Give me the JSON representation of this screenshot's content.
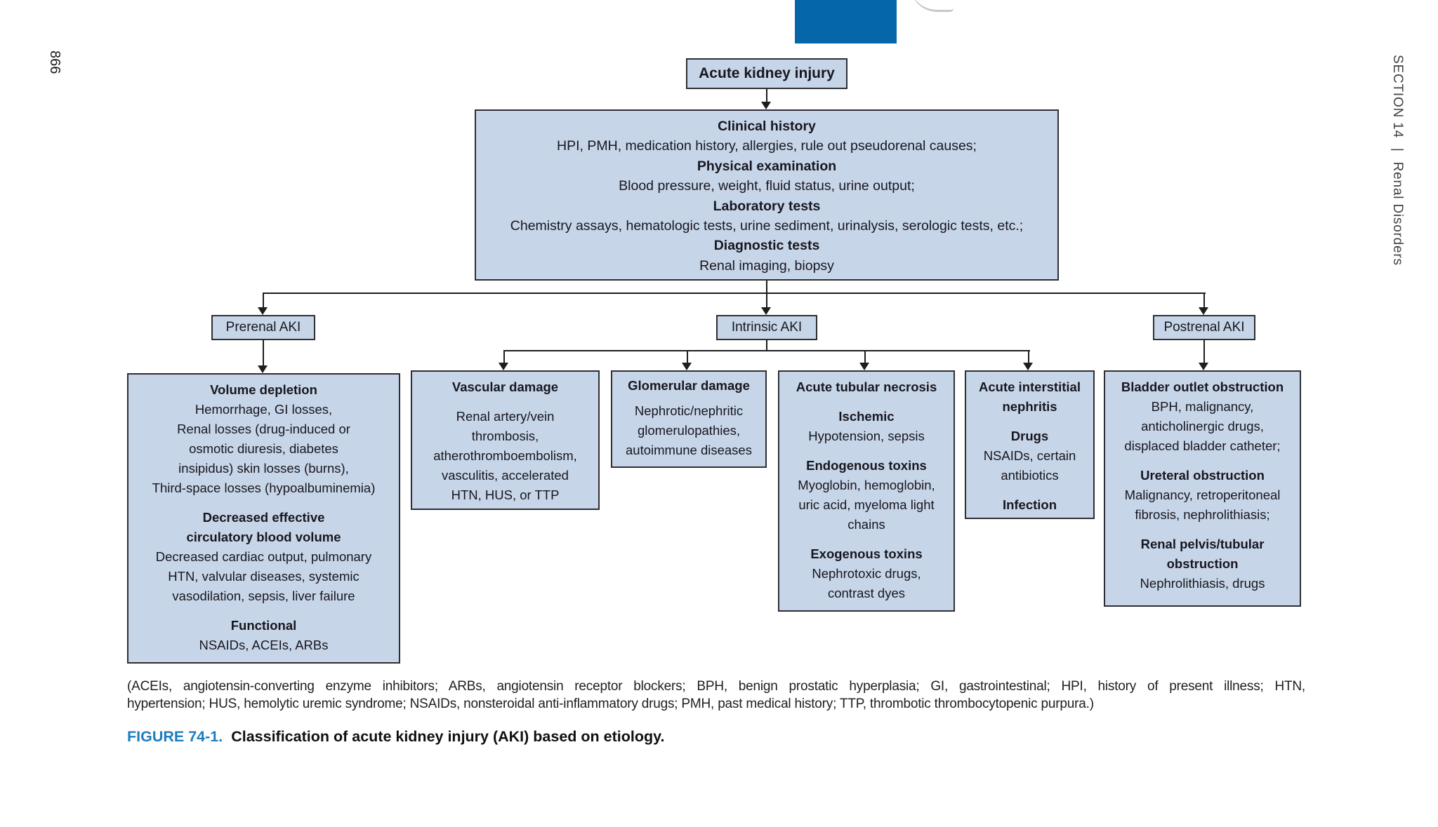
{
  "page": {
    "page_number": "866",
    "sidebar": {
      "section_label": "SECTION 14",
      "divider": "|",
      "section_name": "Renal Disorders"
    }
  },
  "figure": {
    "root_label": "Acute kidney injury",
    "workup": [
      {
        "heading": "Clinical history",
        "detail": "HPI, PMH, medication history, allergies, rule out pseudorenal causes;"
      },
      {
        "heading": "Physical examination",
        "detail": "Blood pressure, weight, fluid status, urine output;"
      },
      {
        "heading": "Laboratory tests",
        "detail": "Chemistry assays, hematologic tests, urine sediment, urinalysis, serologic tests, etc.;"
      },
      {
        "heading": "Diagnostic tests",
        "detail": "Renal imaging, biopsy"
      }
    ],
    "categories": [
      {
        "label": "Prerenal AKI"
      },
      {
        "label": "Intrinsic AKI"
      },
      {
        "label": "Postrenal AKI"
      }
    ],
    "prerenal": {
      "sections": [
        {
          "heading": [
            "Volume depletion"
          ],
          "body": [
            "Hemorrhage, GI losses,",
            "Renal losses (drug-induced or",
            "osmotic diuresis, diabetes",
            "insipidus) skin losses (burns),",
            "Third-space losses (hypoalbuminemia)"
          ]
        },
        {
          "heading": [
            "Decreased effective",
            "circulatory blood volume"
          ],
          "body": [
            "Decreased cardiac output, pulmonary",
            "HTN, valvular diseases, systemic",
            "vasodilation, sepsis, liver failure"
          ]
        },
        {
          "heading": [
            "Functional"
          ],
          "body": [
            "NSAIDs, ACEIs, ARBs"
          ]
        }
      ]
    },
    "vascular": {
      "sections": [
        {
          "heading": [
            "Vascular damage"
          ],
          "body": []
        },
        {
          "heading": [],
          "body": [
            "Renal artery/vein",
            "thrombosis,",
            "atherothromboembolism,",
            "vasculitis, accelerated",
            "HTN, HUS, or TTP"
          ]
        }
      ]
    },
    "glomerular": {
      "sections": [
        {
          "heading": [
            "Glomerular damage"
          ],
          "body": []
        },
        {
          "heading": [],
          "body": [
            "Nephrotic/nephritic",
            "glomerulopathies,",
            "autoimmune diseases"
          ]
        }
      ]
    },
    "atn": {
      "sections": [
        {
          "heading": [
            "Acute tubular necrosis"
          ],
          "body": []
        },
        {
          "heading": [
            "Ischemic"
          ],
          "body": [
            "Hypotension, sepsis"
          ]
        },
        {
          "heading": [
            "Endogenous toxins"
          ],
          "body": [
            "Myoglobin, hemoglobin,",
            "uric acid, myeloma light",
            "chains"
          ]
        },
        {
          "heading": [
            "Exogenous toxins"
          ],
          "body": [
            "Nephrotoxic drugs,",
            "contrast dyes"
          ]
        }
      ]
    },
    "ain": {
      "sections": [
        {
          "heading": [
            "Acute interstitial",
            "nephritis"
          ],
          "body": []
        },
        {
          "heading": [
            "Drugs"
          ],
          "body": [
            "NSAIDs, certain",
            "antibiotics"
          ]
        },
        {
          "heading": [
            "Infection"
          ],
          "body": []
        }
      ]
    },
    "postrenal": {
      "sections": [
        {
          "heading": [
            "Bladder outlet obstruction"
          ],
          "body": [
            "BPH, malignancy,",
            "anticholinergic drugs,",
            "displaced bladder catheter;"
          ]
        },
        {
          "heading": [
            "Ureteral obstruction"
          ],
          "body": [
            "Malignancy, retroperitoneal",
            "fibrosis, nephrolithiasis;"
          ]
        },
        {
          "heading": [
            "Renal pelvis/tubular",
            "obstruction"
          ],
          "body": [
            "Nephrolithiasis, drugs"
          ]
        }
      ]
    },
    "footnote_line1": "(ACEIs, angiotensin-converting enzyme inhibitors; ARBs, angiotensin receptor blockers; BPH, benign prostatic hyperplasia; GI, gastrointestinal; HPI, history of present illness; HTN,",
    "footnote_line2": "hypertension; HUS, hemolytic uremic syndrome; NSAIDs, nonsteroidal anti-inflammatory drugs; PMH, past medical history; TTP, thrombotic thrombocytopenic purpura.)",
    "caption": {
      "label": "FIGURE 74-1.",
      "text": "Classification of acute kidney injury (AKI) based on etiology."
    }
  },
  "colors": {
    "box_fill": "#c7d5e8",
    "box_border": "#2e2e34",
    "connector": "#1d1d1d",
    "tab_blue": "#0667a8",
    "caption_blue": "#1d7dbd"
  }
}
